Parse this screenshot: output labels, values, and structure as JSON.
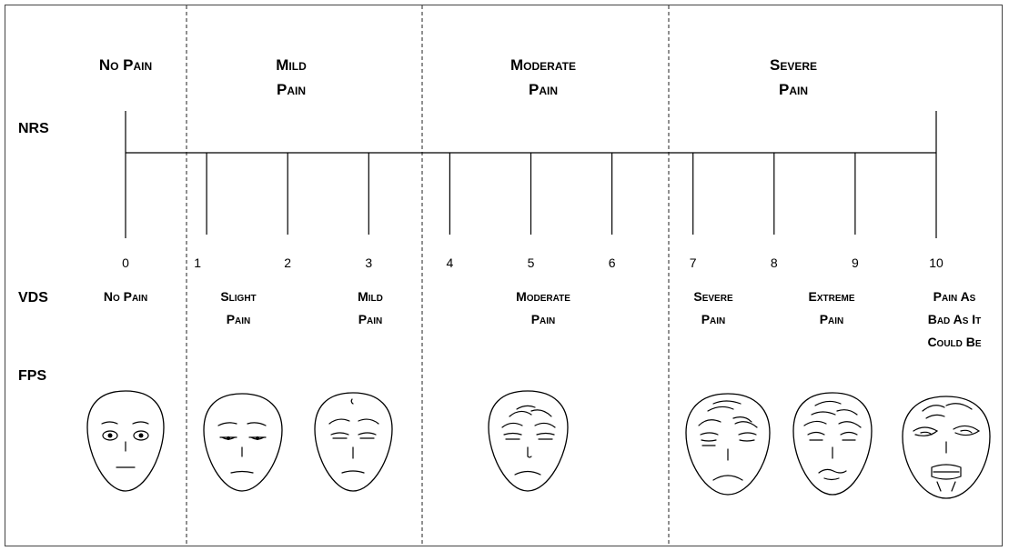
{
  "categories": [
    {
      "lines": [
        "No Pain"
      ]
    },
    {
      "lines": [
        "Mild",
        "Pain"
      ]
    },
    {
      "lines": [
        "Moderate",
        "Pain"
      ]
    },
    {
      "lines": [
        "Severe",
        "Pain"
      ]
    }
  ],
  "row_labels": {
    "nrs": "NRS",
    "vds": "VDS",
    "fps": "FPS"
  },
  "nrs_numbers": [
    "0",
    "1",
    "2",
    "3",
    "4",
    "5",
    "6",
    "7",
    "8",
    "9",
    "10"
  ],
  "vds_labels": [
    {
      "lines": [
        "No Pain"
      ]
    },
    {
      "lines": [
        "Slight",
        "Pain"
      ]
    },
    {
      "lines": [
        "Mild",
        "Pain"
      ]
    },
    {
      "lines": [
        "Moderate",
        "Pain"
      ]
    },
    {
      "lines": [
        "Severe",
        "Pain"
      ]
    },
    {
      "lines": [
        "Extreme",
        "Pain"
      ]
    },
    {
      "lines": [
        "Pain As",
        "Bad As It",
        "Could Be"
      ]
    }
  ],
  "faces": [
    "face-no-pain-icon",
    "face-slight-pain-icon",
    "face-mild-pain-icon",
    "face-moderate-pain-icon",
    "face-severe-pain-icon",
    "face-extreme-pain-icon",
    "face-worst-pain-icon"
  ]
}
